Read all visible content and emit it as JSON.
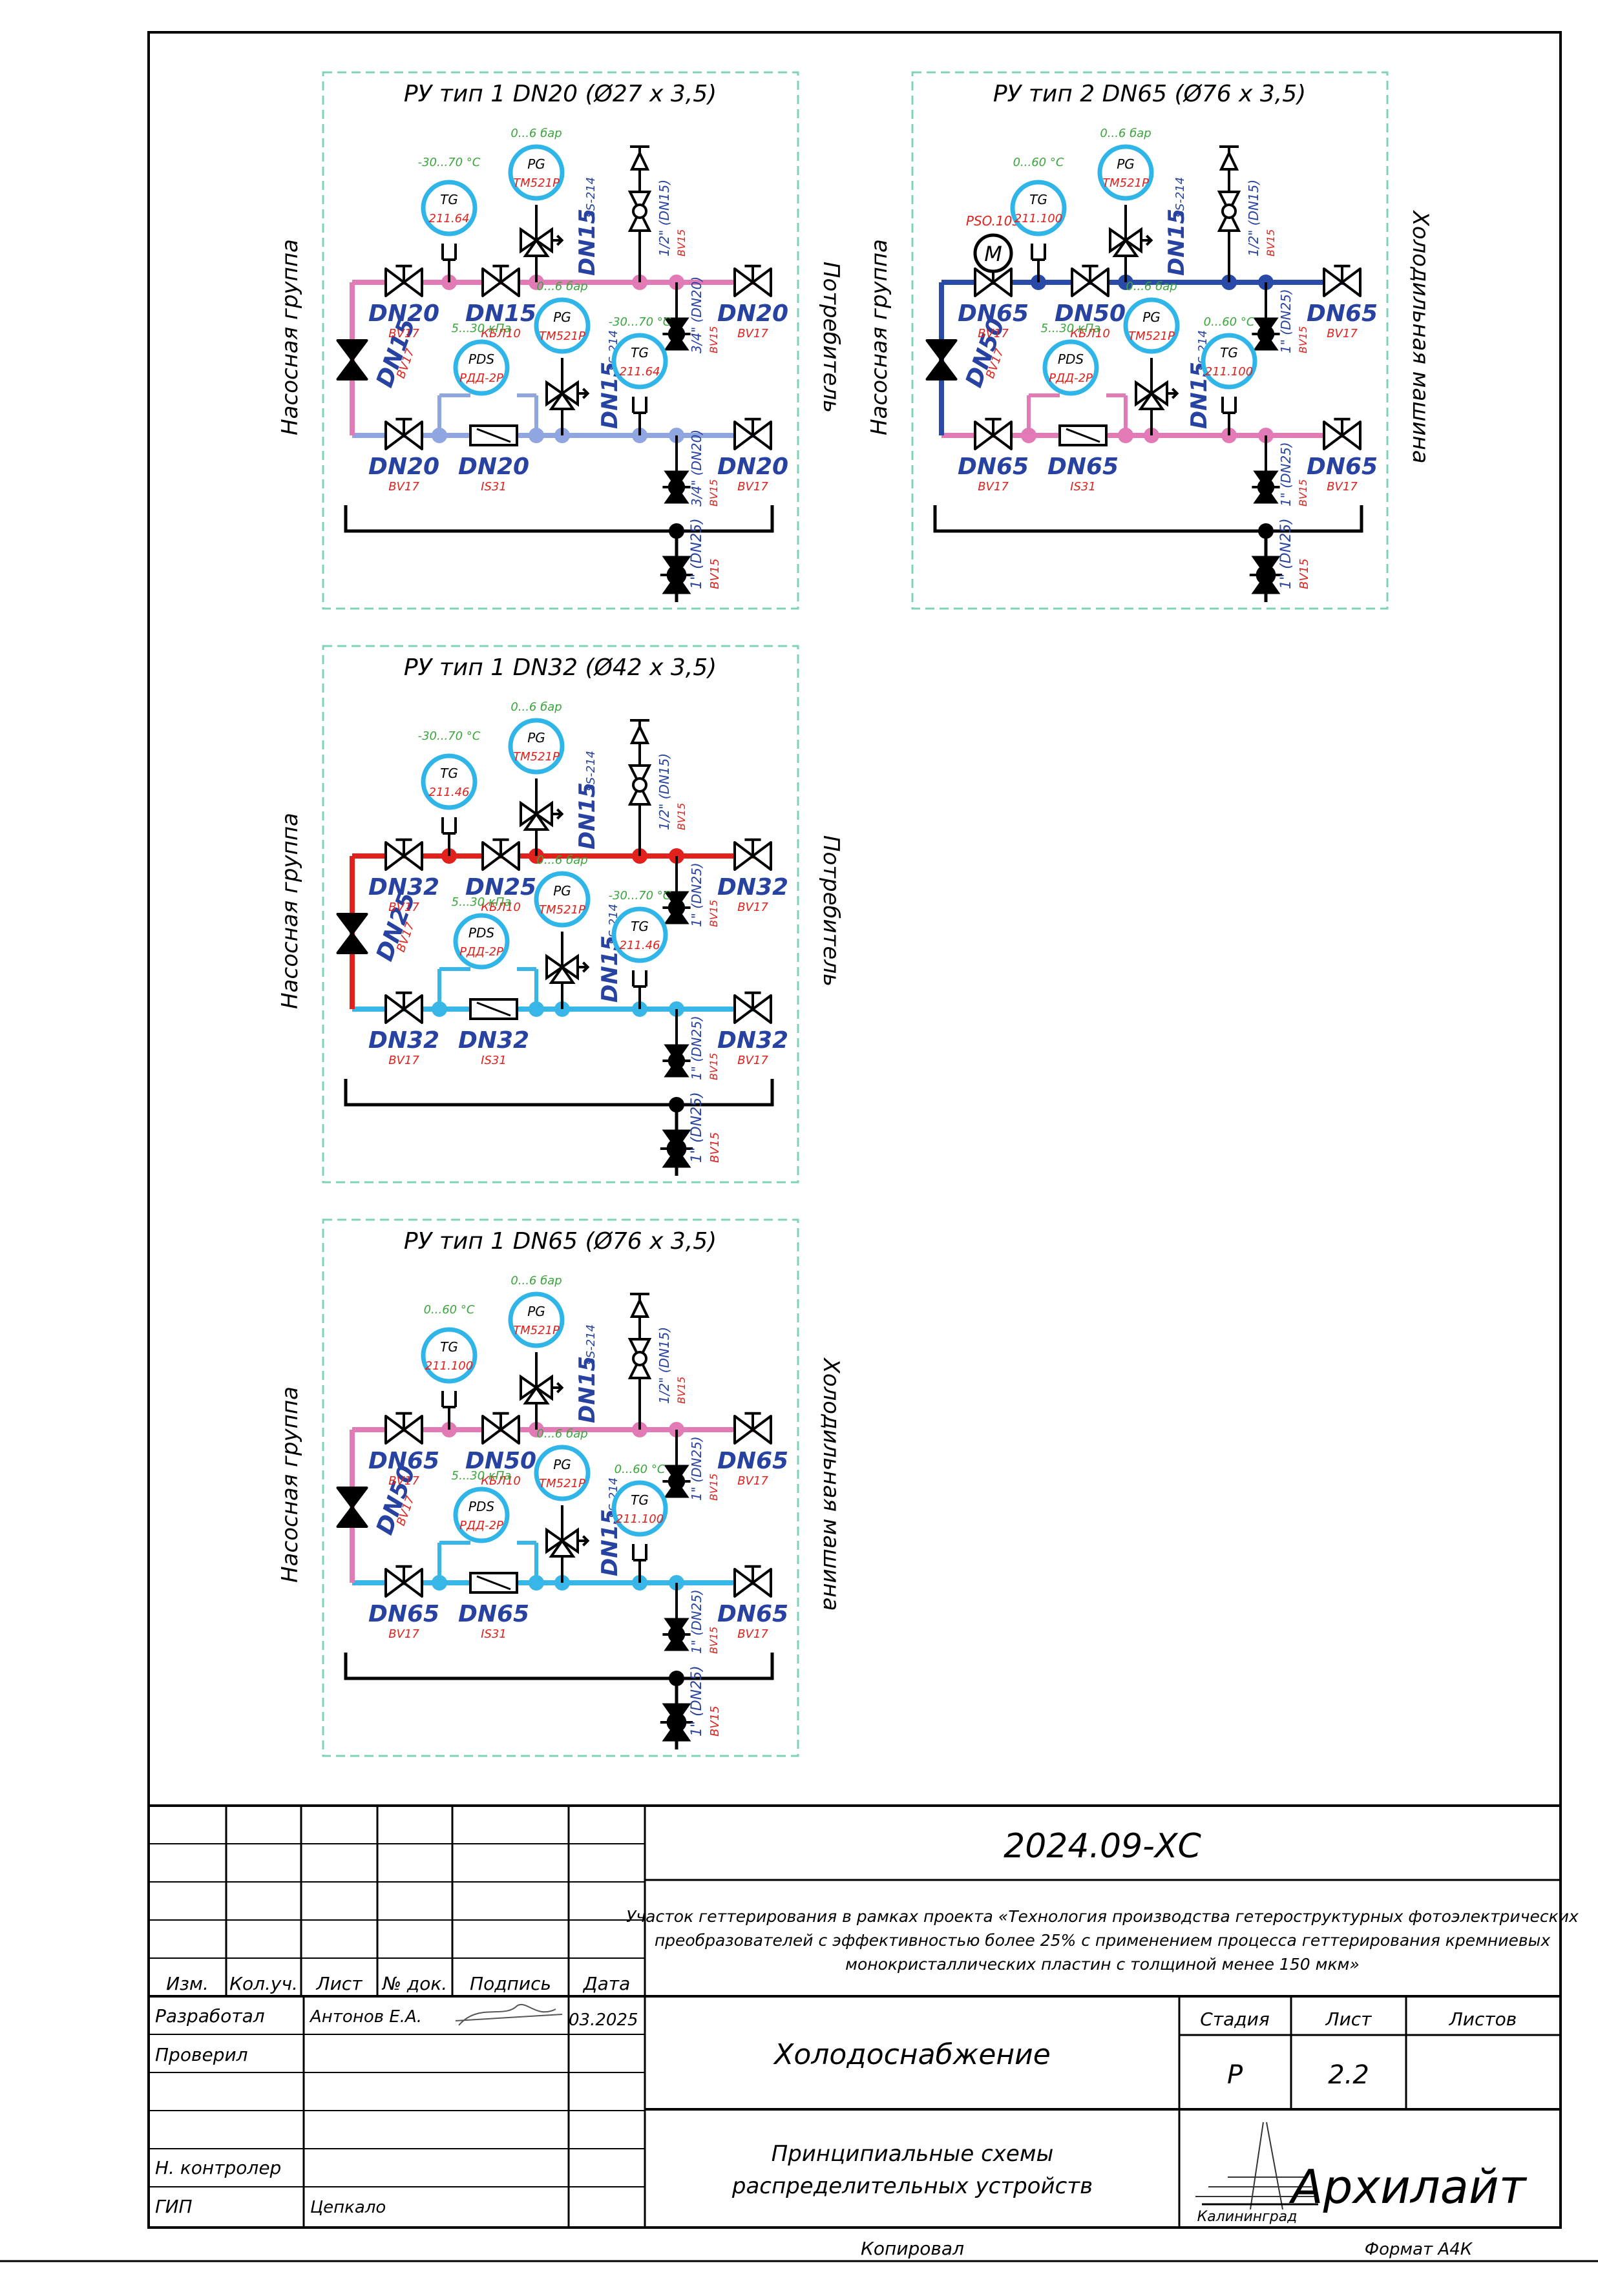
{
  "colors": {
    "hot_pink": "#e27ab6",
    "cold_lilac": "#8fa6e0",
    "hot_red": "#e2211c",
    "cold_cyan": "#38b6e8",
    "supply_blue": "#2a4aa8",
    "label_blue": "#2742a0",
    "label_red": "#e2211c",
    "label_green": "#3aa53a",
    "gauge_cyan": "#2fb5e8",
    "frame_green": "#7fd3b5"
  },
  "schemes": [
    {
      "title": "РУ тип 1 DN20 (Ø27 x 3,5)",
      "left_label": "Насосная группа",
      "right_label": "Потребитель",
      "top": {
        "left_valve": "DN20",
        "left_valve_code": "BV17",
        "mid_valve": "DN15",
        "mid_valve_code": "КБЛ10",
        "right_valve": "DN20",
        "right_valve_code": "BV17",
        "tg_range": "-30...70 °С",
        "tg_code": "TG",
        "tg_model": "211.64",
        "pg_range": "0...6 бар",
        "pg_code": "PG",
        "pg_model": "TM521P",
        "mv_label": "DN15",
        "mv_code": "SS-214",
        "vent_label": "1/2\" (DN15)",
        "vent_code": "BV15"
      },
      "bypass": {
        "label": "DN15",
        "code": "BV17"
      },
      "drain_top": {
        "label": "3/4\" (DN20)",
        "code": "BV15"
      },
      "bottom": {
        "left_valve": "DN20",
        "left_valve_code": "BV17",
        "strainer": "DN20",
        "strainer_code": "IS31",
        "right_valve": "DN20",
        "right_valve_code": "BV17",
        "pds_range": "5...30 кПа",
        "pds_code": "PDS",
        "pds_model": "РДД-2Р",
        "pg_range": "0...6 бар",
        "pg_code": "PG",
        "pg_model": "TM521P",
        "mv_label": "DN15",
        "mv_code": "SS-214",
        "tg_range": "-30...70 °С",
        "tg_code": "TG",
        "tg_model": "211.64"
      },
      "drain_bottom": {
        "label": "3/4\" (DN20)",
        "code": "BV15"
      },
      "drain_main": {
        "label": "1\" (DN25)",
        "code": "BV15"
      }
    },
    {
      "title": "РУ тип 2 DN65 (Ø76 x 3,5)",
      "left_label": "Насосная группа",
      "right_label": "Холодильная машина",
      "top": {
        "left_valve": "DN65",
        "left_valve_code": "BV17",
        "pump_code": "PSO.103",
        "mid_valve": "DN50",
        "mid_valve_code": "КБЛ10",
        "right_valve": "DN65",
        "right_valve_code": "BV17",
        "tg_range": "0...60 °С",
        "tg_code": "TG",
        "tg_model": "211.100",
        "pg_range": "0...6 бар",
        "pg_code": "PG",
        "pg_model": "TM521P",
        "mv_label": "DN15",
        "mv_code": "SS-214",
        "vent_label": "1/2\" (DN15)",
        "vent_code": "BV15"
      },
      "bypass": {
        "label": "DN50",
        "code": "BV17"
      },
      "drain_top": {
        "label": "1\" (DN25)",
        "code": "BV15"
      },
      "bottom": {
        "left_valve": "DN65",
        "left_valve_code": "BV17",
        "strainer": "DN65",
        "strainer_code": "IS31",
        "right_valve": "DN65",
        "right_valve_code": "BV17",
        "pds_range": "5...30 кПа",
        "pds_code": "PDS",
        "pds_model": "РДД-2Р",
        "pg_range": "0...6 бар",
        "pg_code": "PG",
        "pg_model": "TM521P",
        "mv_label": "DN15",
        "mv_code": "SS-214",
        "tg_range": "0...60 °С",
        "tg_code": "TG",
        "tg_model": "211.100"
      },
      "drain_bottom": {
        "label": "1\" (DN25)",
        "code": "BV15"
      },
      "drain_main": {
        "label": "1\" (DN25)",
        "code": "BV15"
      }
    },
    {
      "title": "РУ тип 1 DN32 (Ø42 x 3,5)",
      "left_label": "Насосная группа",
      "right_label": "Потребитель",
      "top": {
        "left_valve": "DN32",
        "left_valve_code": "BV17",
        "mid_valve": "DN25",
        "mid_valve_code": "КБЛ10",
        "right_valve": "DN32",
        "right_valve_code": "BV17",
        "tg_range": "-30...70 °С",
        "tg_code": "TG",
        "tg_model": "211.46",
        "pg_range": "0...6 бар",
        "pg_code": "PG",
        "pg_model": "TM521P",
        "mv_label": "DN15",
        "mv_code": "SS-214",
        "vent_label": "1/2\" (DN15)",
        "vent_code": "BV15"
      },
      "bypass": {
        "label": "DN25",
        "code": "BV17"
      },
      "drain_top": {
        "label": "1\" (DN25)",
        "code": "BV15"
      },
      "bottom": {
        "left_valve": "DN32",
        "left_valve_code": "BV17",
        "strainer": "DN32",
        "strainer_code": "IS31",
        "right_valve": "DN32",
        "right_valve_code": "BV17",
        "pds_range": "5...30 кПа",
        "pds_code": "PDS",
        "pds_model": "РДД-2Р",
        "pg_range": "0...6 бар",
        "pg_code": "PG",
        "pg_model": "TM521P",
        "mv_label": "DN15",
        "mv_code": "SS-214",
        "tg_range": "-30...70 °С",
        "tg_code": "TG",
        "tg_model": "211.46"
      },
      "drain_bottom": {
        "label": "1\" (DN25)",
        "code": "BV15"
      },
      "drain_main": {
        "label": "1\" (DN25)",
        "code": "BV15"
      }
    },
    {
      "title": "РУ тип 1 DN65 (Ø76 x 3,5)",
      "left_label": "Насосная группа",
      "right_label": "Холодильная машина",
      "top": {
        "left_valve": "DN65",
        "left_valve_code": "BV17",
        "mid_valve": "DN50",
        "mid_valve_code": "КБЛ10",
        "right_valve": "DN65",
        "right_valve_code": "BV17",
        "tg_range": "0...60 °С",
        "tg_code": "TG",
        "tg_model": "211.100",
        "pg_range": "0...6 бар",
        "pg_code": "PG",
        "pg_model": "TM521P",
        "mv_label": "DN15",
        "mv_code": "SS-214",
        "vent_label": "1/2\" (DN15)",
        "vent_code": "BV15"
      },
      "bypass": {
        "label": "DN50",
        "code": "BV17"
      },
      "drain_top": {
        "label": "1\" (DN25)",
        "code": "BV15"
      },
      "bottom": {
        "left_valve": "DN65",
        "left_valve_code": "BV17",
        "strainer": "DN65",
        "strainer_code": "IS31",
        "right_valve": "DN65",
        "right_valve_code": "BV17",
        "pds_range": "5...30 кПа",
        "pds_code": "PDS",
        "pds_model": "РДД-2Р",
        "pg_range": "0...6 бар",
        "pg_code": "PG",
        "pg_model": "TM521P",
        "mv_label": "DN15",
        "mv_code": "SS-214",
        "tg_range": "0...60 °С",
        "tg_code": "TG",
        "tg_model": "211.100"
      },
      "drain_bottom": {
        "label": "1\" (DN25)",
        "code": "BV15"
      },
      "drain_main": {
        "label": "1\" (DN25)",
        "code": "BV15"
      }
    }
  ],
  "stamp": {
    "doc_code": "2024.09-ХС",
    "project_line1": "Участок геттерирования в рамках проекта «Технология производства гетероструктурных фотоэлектрических",
    "project_line2": "преобразователей с эффективностью более 25% с применением процесса геттерирования кремниевых",
    "project_line3": "монокристаллических пластин с толщиной менее 150 мкм»",
    "col_izm": "Изм.",
    "col_koluch": "Кол.уч.",
    "col_list": "Лист",
    "col_ndok": "№ док.",
    "col_podpis": "Подпись",
    "col_data": "Дата",
    "role_razrab": "Разработал",
    "razrab_name": "Антонов Е.А.",
    "razrab_date": "03.2025",
    "role_proveril": "Проверил",
    "role_nkontr": "Н. контролер",
    "role_gip": "ГИП",
    "gip_name": "Цепкало",
    "section_title": "Холодоснабжение",
    "sheet_title_line1": "Принципиальные схемы",
    "sheet_title_line2": "распределительных устройств",
    "stage_label": "Стадия",
    "sheet_label": "Лист",
    "sheets_label": "Листов",
    "stage_value": "Р",
    "sheet_value": "2.2",
    "sheets_value": "",
    "company": "Архилайт",
    "company_city": "Калининград",
    "copied": "Копировал",
    "format": "Формат А4К"
  }
}
